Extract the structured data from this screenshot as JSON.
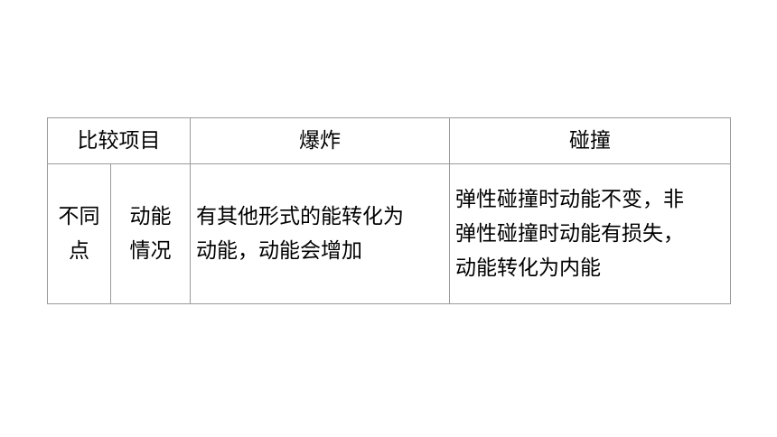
{
  "table": {
    "header": {
      "item": "比较项目",
      "explosion": "爆炸",
      "collision": "碰撞"
    },
    "row": {
      "category_lines": [
        "不同",
        "点"
      ],
      "subcategory_lines": [
        "动能",
        "情况"
      ],
      "explosion_lines": [
        "有其他形式的能转化为",
        "动能，动能会增加"
      ],
      "collision_lines": [
        "弹性碰撞时动能不变，非",
        "弹性碰撞时动能有损失，",
        "动能转化为内能"
      ]
    }
  }
}
